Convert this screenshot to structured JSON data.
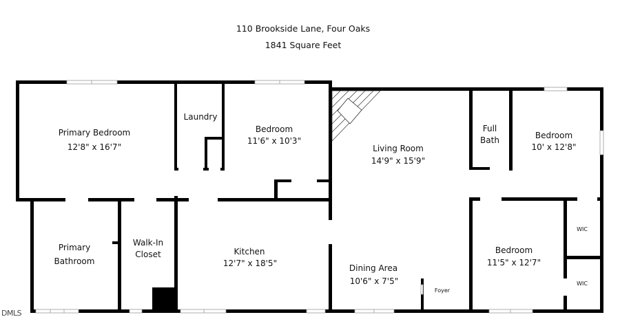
{
  "header": {
    "address": "110 Brookside Lane, Four Oaks",
    "square_feet": "1841 Square Feet"
  },
  "watermark": "DMLS",
  "rooms": {
    "primary_bedroom": {
      "name": "Primary Bedroom",
      "dims": "12'8\" x 16'7\""
    },
    "laundry": {
      "name": "Laundry"
    },
    "bedroom_1": {
      "name": "Bedroom",
      "dims": "11'6\" x 10'3\""
    },
    "living_room": {
      "name": "Living Room",
      "dims": "14'9\" x 15'9\""
    },
    "full_bath": {
      "name_line1": "Full",
      "name_line2": "Bath"
    },
    "bedroom_2": {
      "name": "Bedroom",
      "dims": "10' x 12'8\""
    },
    "primary_bathroom": {
      "name_line1": "Primary",
      "name_line2": "Bathroom"
    },
    "walk_in_closet": {
      "name_line1": "Walk-In",
      "name_line2": "Closet"
    },
    "kitchen": {
      "name": "Kitchen",
      "dims": "12'7\" x 18'5\""
    },
    "dining_area": {
      "name": "Dining Area",
      "dims": "10'6\" x 7'5\""
    },
    "foyer": {
      "name": "Foyer"
    },
    "bedroom_3": {
      "name": "Bedroom",
      "dims": "11'5\" x 12'7\""
    },
    "wic_1": {
      "name": "WIC"
    },
    "wic_2": {
      "name": "WIC"
    }
  }
}
